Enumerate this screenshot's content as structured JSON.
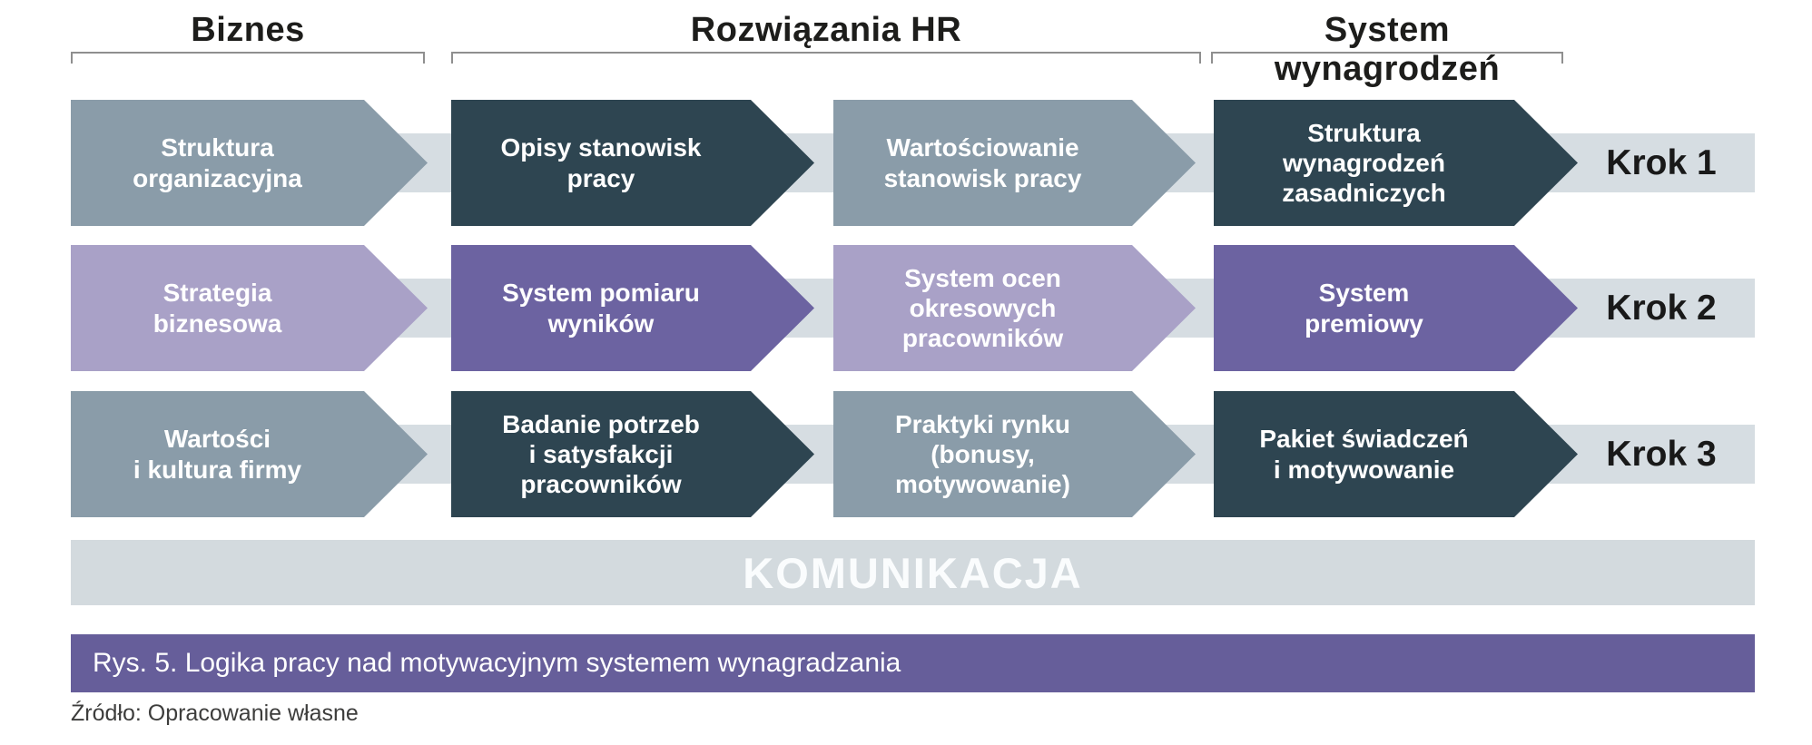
{
  "palette": {
    "steel_arrow": "#8a9ca9",
    "dark_slate_arrow": "#2e4551",
    "light_purple_arrow": "#a9a1c7",
    "dark_purple_arrow": "#6c63a1",
    "row_band": "#d6dde2",
    "communication_band": "#d3dade",
    "caption_bar": "#665e9a",
    "header_text": "#1d1d1b",
    "step_text": "#191919",
    "arrow_text": "#ffffff"
  },
  "headers": [
    {
      "label": "Biznes"
    },
    {
      "label": "Rozwiązania HR"
    },
    {
      "label": "System wynagrodzeń"
    }
  ],
  "rows": [
    {
      "step_label": "Krok 1",
      "arrows": [
        {
          "text": "Struktura\norganizacyjna"
        },
        {
          "text": "Opisy stanowisk\npracy"
        },
        {
          "text": "Wartościowanie\nstanowisk pracy"
        },
        {
          "text": "Struktura\nwynagrodzeń\nzasadniczych"
        }
      ]
    },
    {
      "step_label": "Krok 2",
      "arrows": [
        {
          "text": "Strategia\nbiznesowa"
        },
        {
          "text": "System pomiaru\nwyników"
        },
        {
          "text": "System ocen\nokresowych\npracowników"
        },
        {
          "text": "System\npremiowy"
        }
      ]
    },
    {
      "step_label": "Krok 3",
      "arrows": [
        {
          "text": "Wartości\ni kultura firmy"
        },
        {
          "text": "Badanie potrzeb\ni satysfakcji\npracowników"
        },
        {
          "text": "Praktyki rynku\n(bonusy,\nmotywowanie)"
        },
        {
          "text": "Pakiet świadczeń\ni motywowanie"
        }
      ]
    }
  ],
  "communication": {
    "label": "KOMUNIKACJA"
  },
  "caption": {
    "text": "Rys. 5. Logika pracy nad motywacyjnym systemem wynagradzania"
  },
  "source": {
    "text": "Źródło: Opracowanie własne"
  }
}
